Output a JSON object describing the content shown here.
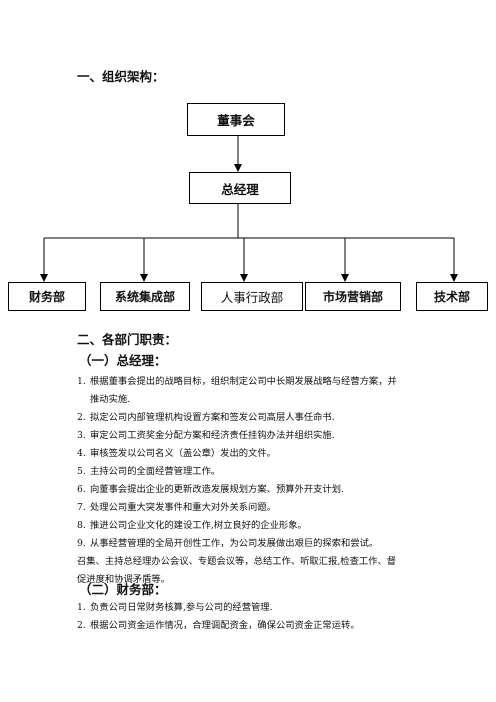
{
  "section1": {
    "title": "一、组织架构："
  },
  "org": {
    "board": "董事会",
    "gm": "总经理",
    "departments": [
      "财务部",
      "系统集成部",
      "人事行政部",
      "市场营销部",
      "技术部"
    ]
  },
  "section2": {
    "title": "二、各部门职责："
  },
  "gm_section": {
    "title": "（一）总经理：",
    "items": [
      {
        "num": "1.",
        "lines": [
          "根据董事会提出的战略目标，组织制定公司中长期发展战略与经营方案，并",
          "推动实施."
        ]
      },
      {
        "num": "2.",
        "lines": [
          "拟定公司内部管理机构设置方案和签发公司高层人事任命书."
        ]
      },
      {
        "num": "3.",
        "lines": [
          "审定公司工资奖金分配方案和经济责任挂钩办法并组织实施."
        ]
      },
      {
        "num": "4.",
        "lines": [
          "审核签发以公司名义（盖公章）发出的文件。"
        ]
      },
      {
        "num": "5.",
        "lines": [
          "主持公司的全面经营管理工作。"
        ]
      },
      {
        "num": "6.",
        "lines": [
          "向董事会提出企业的更新改造发展规划方案、预算外开支计划."
        ]
      },
      {
        "num": "7.",
        "lines": [
          "处理公司重大突发事件和重大对外关系问题。"
        ]
      },
      {
        "num": "8.",
        "lines": [
          "推进公司企业文化的建设工作,树立良好的企业形象。"
        ]
      },
      {
        "num": "9.",
        "lines": [
          "从事经营管理的全局开创性工作，为公司发展做出艰巨的探索和尝试。"
        ]
      }
    ],
    "paragraph": [
      "召集、主持总经理办公会议、专题会议等，总结工作、听取汇报,检查工作、督",
      "促进度和协调矛盾等。"
    ]
  },
  "finance_section": {
    "title": "（二）财务部：",
    "items": [
      {
        "num": "1.",
        "lines": [
          "负责公司日常财务核算,参与公司的经营管理."
        ]
      },
      {
        "num": "2.",
        "lines": [
          "根据公司资金运作情况，合理调配资金，确保公司资金正常运转。"
        ]
      }
    ]
  }
}
